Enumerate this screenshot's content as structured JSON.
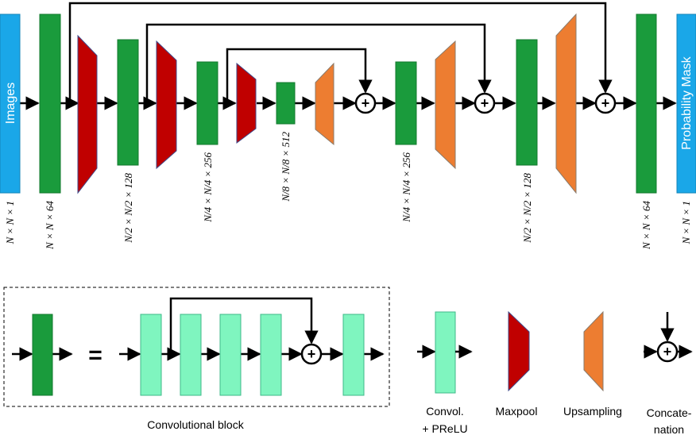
{
  "labels": {
    "input": "Images",
    "output": "Probability Mask"
  },
  "dims": {
    "input": "N × N × 1",
    "enc1": "N × N × 64",
    "enc2": "N/2 × N/2 × 128",
    "enc3": "N/4 × N/4 × 256",
    "bottleneck": "N/8 × N/8 × 512",
    "dec3": "N/4 × N/4 × 256",
    "dec2": "N/2 × N/2 × 128",
    "dec1": "N × N × 64",
    "output": "N × N × 1"
  },
  "concat_symbol": "+",
  "equals_symbol": "=",
  "legend": {
    "conv_block": "Convolutional block",
    "conv_prelu_1": "Convol.",
    "conv_prelu_2": "+ PReLU",
    "maxpool": "Maxpool",
    "upsampling": "Upsampling",
    "concat_1": "Concate-",
    "concat_2": "nation"
  },
  "colors": {
    "input_output": "#1aa7e8",
    "conv_block": "#1a9b3c",
    "conv_prelu": "#7ff5bf",
    "maxpool": "#c00000",
    "upsampling": "#ed7d31",
    "arrow": "#000000"
  }
}
